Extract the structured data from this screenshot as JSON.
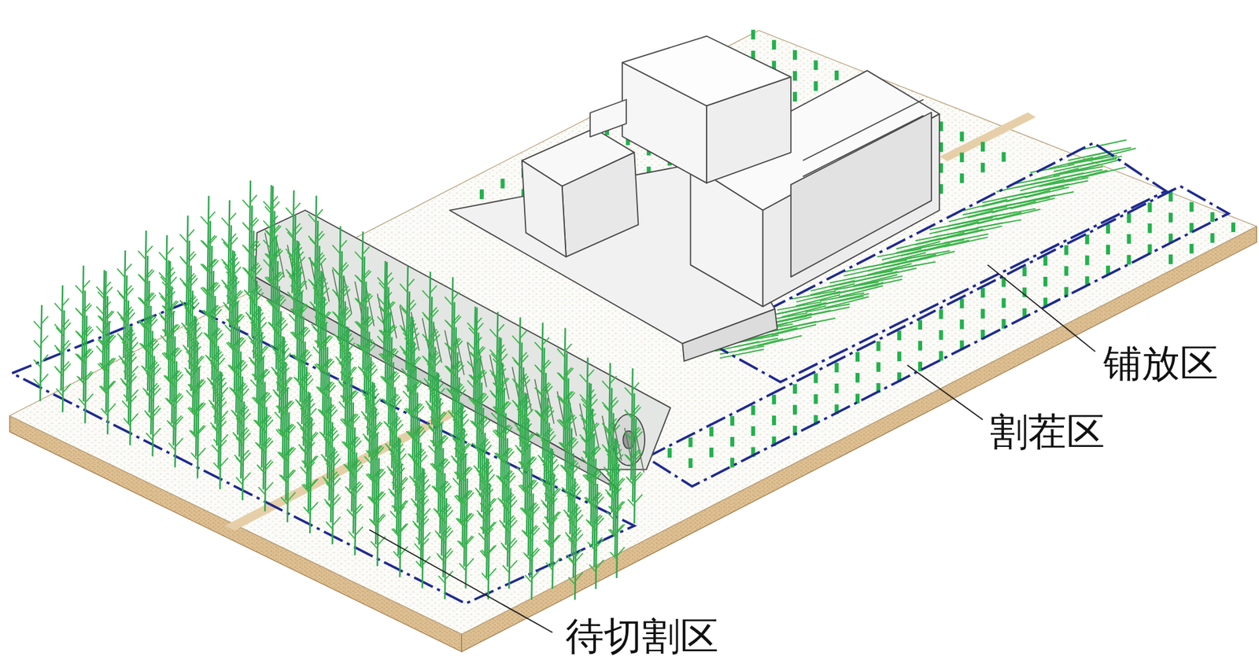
{
  "diagram": {
    "labels": [
      "铺放区",
      "割茬区",
      "待切割区"
    ]
  }
}
